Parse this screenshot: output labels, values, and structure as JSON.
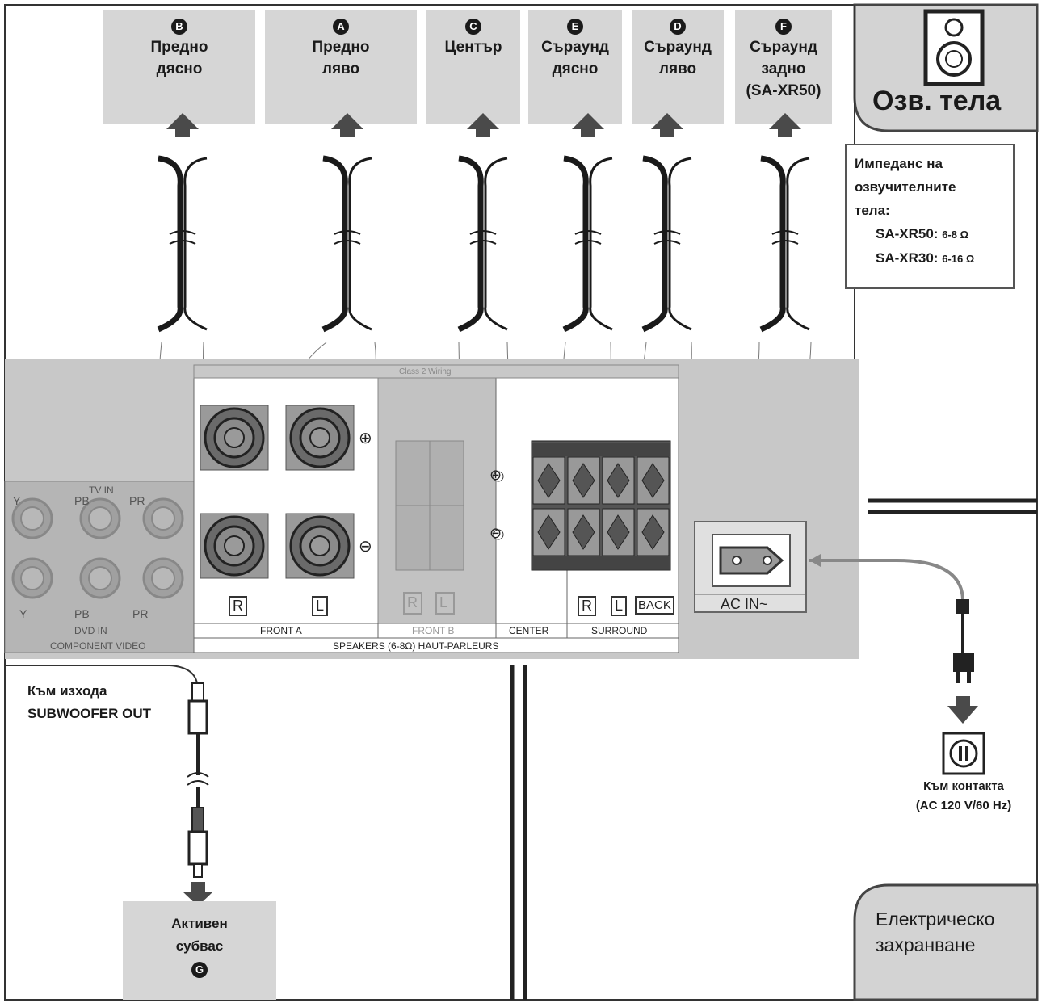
{
  "speakers": [
    {
      "badge": "B",
      "lines": [
        "Предно",
        "дясно"
      ]
    },
    {
      "badge": "A",
      "lines": [
        "Предно",
        "ляво"
      ]
    },
    {
      "badge": "C",
      "lines": [
        "Център"
      ]
    },
    {
      "badge": "E",
      "lines": [
        "Съраунд",
        "дясно"
      ]
    },
    {
      "badge": "D",
      "lines": [
        "Съраунд",
        "ляво"
      ]
    },
    {
      "badge": "F",
      "lines": [
        "Съраунд",
        "задно",
        "(SA-XR50)"
      ]
    }
  ],
  "speakers_tab": {
    "label": "Озв. тела"
  },
  "impedance_note": {
    "title_lines": [
      "Импеданс на",
      "озвучителните",
      "тела:"
    ],
    "rows": [
      {
        "model": "SA-XR50:",
        "value": "6-8 Ω"
      },
      {
        "model": "SA-XR30:",
        "value": "6-16 Ω"
      }
    ]
  },
  "panel": {
    "class2": "Class 2 Wiring",
    "tv_in": "TV IN",
    "dvd_in": "DVD IN",
    "component_video": "COMPONENT VIDEO",
    "y_top": "Y",
    "pb_top": "PB",
    "pr_top": "PR",
    "y_bot": "Y",
    "pb_bot": "PB",
    "pr_bot": "PR",
    "front_a": "FRONT A",
    "front_b": "FRONT B",
    "center": "CENTER",
    "surround": "SURROUND",
    "speakers_label": "SPEAKERS (6-8Ω) HAUT-PARLEURS",
    "r": "R",
    "l": "L",
    "back": "BACK",
    "plus": "⊕",
    "minus": "⊖",
    "ac_in": "AC IN~"
  },
  "subwoofer": {
    "to_out_lines": [
      "Към изхода",
      "SUBWOOFER OUT"
    ],
    "active_lines": [
      "Активен",
      "субвас"
    ],
    "badge": "G"
  },
  "power": {
    "outlet_lines": [
      "Към контакта",
      "(AC 120 V/60 Hz)"
    ],
    "tab_lines": [
      "Електрическо",
      "захранване"
    ]
  },
  "colors": {
    "panel": "#c8c8c8",
    "box": "#d6d6d6",
    "dark": "#1a1a1a",
    "arrow": "#4a4a4a"
  }
}
